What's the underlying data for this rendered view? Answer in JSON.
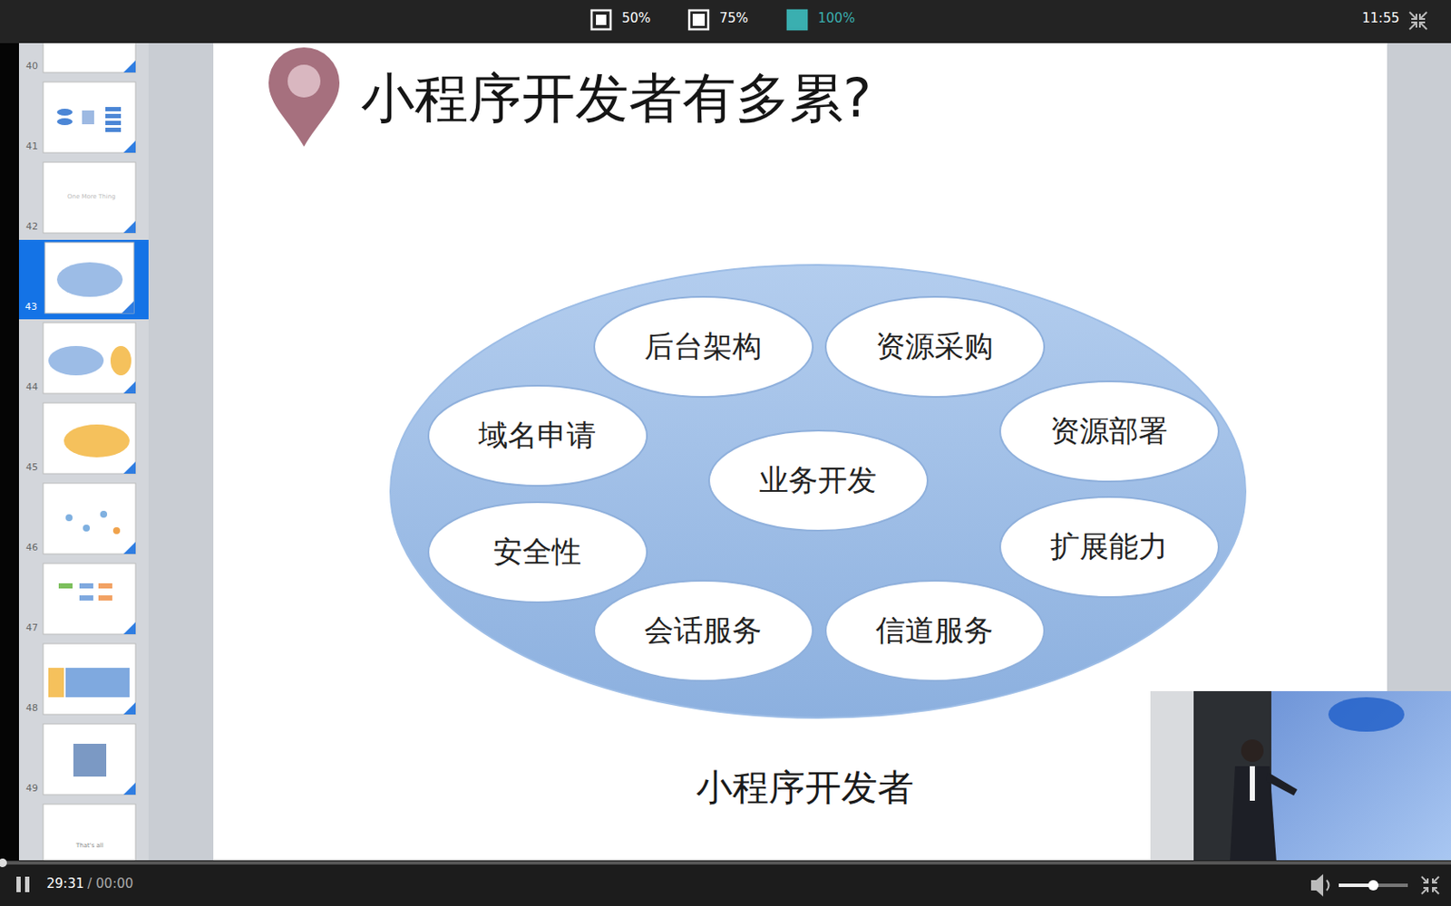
{
  "diagram": {
    "title": "小程序开发者有多累?",
    "nodes": [
      {
        "text": [
          "小程序开发者"
        ]
      },
      {
        "text": [
          "后台架构"
        ],
        "in": 0
      },
      {
        "text": [
          "资源采购"
        ],
        "in": 0
      },
      {
        "text": [
          "域名申请"
        ],
        "in": 0
      },
      {
        "text": [
          "资源部署"
        ],
        "in": 0
      },
      {
        "text": [
          "业务开发"
        ],
        "in": 0
      },
      {
        "text": [
          "安全性"
        ],
        "in": 0
      },
      {
        "text": [
          "扩展能力"
        ],
        "in": 0
      },
      {
        "text": [
          "会话服务"
        ],
        "in": 0
      },
      {
        "text": [
          "信道服务"
        ],
        "in": 0
      }
    ],
    "labels": [
      "50%",
      "75%",
      "100%",
      "11:55",
      "40",
      "41",
      "One More Thing",
      "42",
      "43",
      "44",
      "45",
      "46",
      "47",
      "48",
      "49",
      "That's all",
      "29:31",
      "/ 00:00"
    ]
  }
}
